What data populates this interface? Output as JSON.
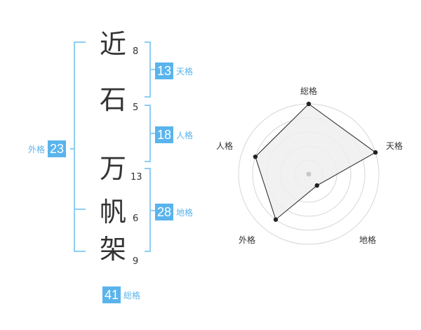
{
  "characters": [
    {
      "char": "近",
      "strokes": "8"
    },
    {
      "char": "石",
      "strokes": "5"
    },
    {
      "char": "万",
      "strokes": "13"
    },
    {
      "char": "帆",
      "strokes": "6"
    },
    {
      "char": "架",
      "strokes": "9"
    }
  ],
  "fortunes": {
    "tenkaku": {
      "value": "13",
      "label": "天格"
    },
    "jinkaku": {
      "value": "18",
      "label": "人格"
    },
    "chikaku": {
      "value": "28",
      "label": "地格"
    },
    "gaikaku": {
      "value": "23",
      "label": "外格"
    },
    "soukaku": {
      "value": "41",
      "label": "総格"
    }
  },
  "radar": {
    "axes": [
      "総格",
      "天格",
      "地格",
      "外格",
      "人格"
    ],
    "levels": 5,
    "scores": [
      5,
      5,
      1,
      4,
      4
    ],
    "max": 5
  },
  "colors": {
    "accent": "#5ab4ec",
    "bracket": "#8ecdf2",
    "text": "#333333",
    "radar_grid": "#d6d6d6",
    "radar_fill": "#efefef",
    "radar_line": "#222222"
  }
}
